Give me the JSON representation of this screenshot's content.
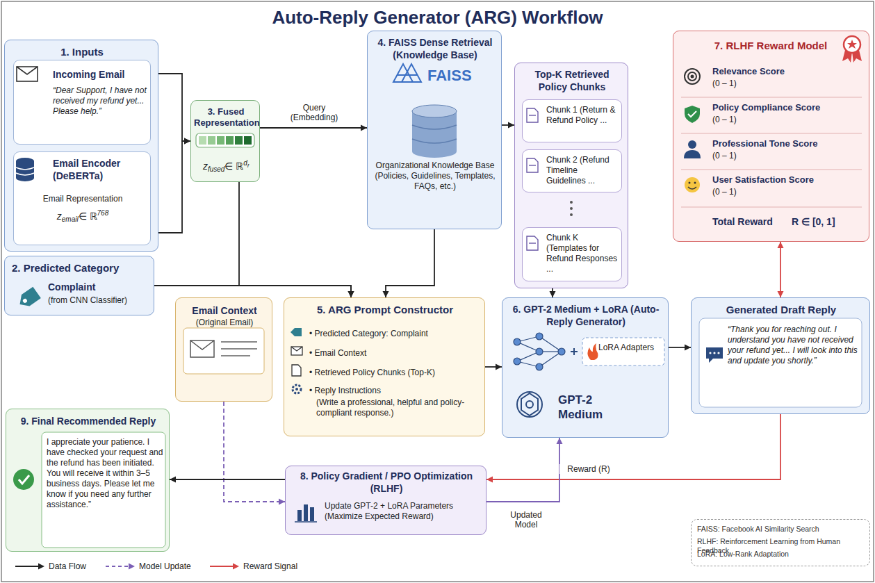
{
  "diagram": {
    "title": "Auto-Reply Generator (ARG) Workflow",
    "nodes": [
      {
        "text": [
          "1. Inputs"
        ]
      },
      {
        "text": [
          "Incoming Email",
          "“Dear Support, I have not received my refund yet... Please help.”"
        ],
        "in": 0
      },
      {
        "text": [
          "Email Encoder (DeBERTa)",
          "Email Representation",
          "z",
          "email",
          "∈ ℝ",
          "768"
        ],
        "in": 0
      },
      {
        "text": [
          "2. Predicted Category",
          "Complaint",
          "(from CNN Classifier)"
        ]
      },
      {
        "text": [
          "3. Fused Representation",
          "z",
          "fused",
          "∈ ℝ",
          "d",
          "f"
        ]
      },
      {
        "text": [
          "4. FAISS Dense Retrieval (Knowledge Base)",
          "FAISS",
          "Organizational Knowledge Base (Policies, Guidelines, Templates, FAQs, etc.)"
        ]
      },
      {
        "text": [
          "Top-K Retrieved Policy Chunks"
        ]
      },
      {
        "text": [
          "Chunk 1 (Return & Refund Policy ..."
        ],
        "in": 6
      },
      {
        "text": [
          "Chunk 2 (Refund Timeline Guidelines ..."
        ],
        "in": 6
      },
      {
        "text": [
          "Chunk K (Templates for Refund Responses ..."
        ],
        "in": 6
      },
      {
        "text": [
          "7. RLHF Reward Model",
          "Relevance Score",
          "(0 – 1)",
          "Policy Compliance Score",
          "(0 – 1)",
          "Professional Tone Score",
          "(0 – 1)",
          "User Satisfaction Score",
          "(0 – 1)",
          "Total Reward",
          "R ∈ [0, 1]"
        ]
      },
      {
        "text": [
          "Email Context",
          "(Original Email)"
        ]
      },
      {
        "text": [
          "5. ARG Prompt Constructor",
          "• Predicted Category: Complaint",
          "• Email Context",
          "• Retrieved Policy Chunks (Top-K)",
          "• Reply Instructions",
          "(Write a professional, helpful and policy-compliant response.)"
        ]
      },
      {
        "text": [
          "6. GPT-2 Medium + LoRA (Auto-Reply Generator)",
          "LoRA Adapters",
          "GPT-2 Medium"
        ]
      },
      {
        "text": [
          "Generated Draft Reply",
          "“Thank you for reaching out. I understand you have not received your refund yet... I will look into this and update you shortly.”"
        ]
      },
      {
        "text": [
          "9. Final Recommended Reply",
          "I appreciate your patience. I have checked your request and the refund has been initiated. You will receive it within 3–5 business days. Please let me know if you need any further assistance.”"
        ]
      },
      {
        "text": [
          "8. Policy Gradient / PPO Optimization (RLHF)",
          "Update GPT-2 + LoRA Parameters (Maximize Expected Reward)"
        ]
      },
      {
        "text": [
          "FAISS: Facebook AI Similarity Search",
          "RLHF: Reinforcement Learning from Human Feedback",
          "LoRA: Low-Rank Adaptation"
        ]
      }
    ],
    "edges": [
      {
        "from": 1,
        "to": 2,
        "arrow": "to"
      },
      {
        "from": 1,
        "to": 4,
        "arrow": "to"
      },
      {
        "from": 2,
        "to": 4,
        "arrow": "to"
      },
      {
        "from": 4,
        "to": 5,
        "label": "Query (Embedding)",
        "arrow": "to"
      },
      {
        "from": 5,
        "to": 6,
        "arrow": "to"
      },
      {
        "from": 3,
        "to": 12,
        "arrow": "to"
      },
      {
        "from": 4,
        "to": 12,
        "arrow": "to"
      },
      {
        "from": 5,
        "to": 12,
        "arrow": "to"
      },
      {
        "from": 6,
        "to": 13,
        "arrow": "to"
      },
      {
        "from": 12,
        "to": 13,
        "arrow": "to"
      },
      {
        "from": 13,
        "to": 14,
        "arrow": "to"
      },
      {
        "from": 14,
        "to": 10,
        "arrow": "both"
      },
      {
        "from": 14,
        "to": 16,
        "label": "Reward (R)",
        "arrow": "to"
      },
      {
        "from": 16,
        "to": 13,
        "label": "Updated Model",
        "arrow": "to"
      },
      {
        "from": 11,
        "to": 16,
        "arrow": "to"
      },
      {
        "from": 16,
        "to": 15,
        "arrow": "to"
      }
    ],
    "legend": [
      {
        "text": "Data Flow"
      },
      {
        "text": "Model Update"
      },
      {
        "text": "Reward Signal"
      }
    ]
  }
}
